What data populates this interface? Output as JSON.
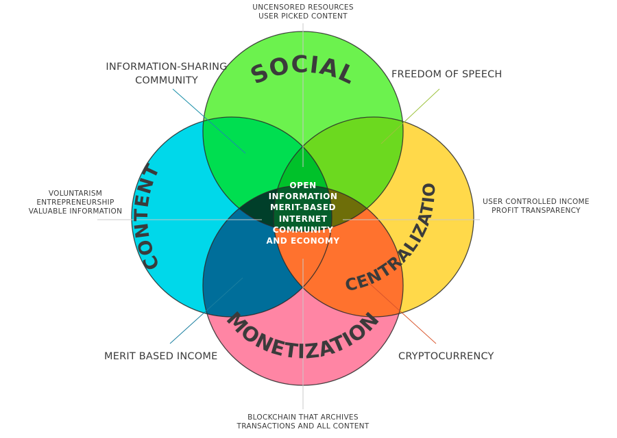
{
  "diagram": {
    "circles": [
      {
        "id": "social",
        "label": "SOCIAL",
        "color": "#6cf24e"
      },
      {
        "id": "content",
        "label": "CONTENT",
        "color": "#00d8ea"
      },
      {
        "id": "decentralization",
        "label": "DECENTRALIZATION",
        "color": "#ffd94a"
      },
      {
        "id": "monetization",
        "label": "MONETIZATION",
        "color": "#ff85a4"
      }
    ],
    "center": {
      "lines": [
        "OPEN",
        "INFORMATION",
        "MERIT-BASED",
        "INTERNET",
        "COMMUNITY",
        "AND ECONOMY"
      ],
      "color": "#055e2b"
    },
    "overlap_colors": {
      "social_content": "#00de50",
      "social_decentralization": "#6cd91f",
      "content_monetization": "#006e9a",
      "decentralization_monetization": "#ff722e",
      "triple_top": "#00c12a",
      "triple_left": "#003f2a",
      "triple_right": "#6e6e09"
    },
    "annotations": {
      "top": [
        "UNCENSORED RESOURCES",
        "USER PICKED CONTENT"
      ],
      "top_left": [
        "INFORMATION-SHARING",
        "COMMUNITY"
      ],
      "top_right": [
        "FREEDOM OF SPEECH"
      ],
      "left": [
        "VOLUNTARISM",
        "ENTREPRENEURSHIP",
        "VALUABLE INFORMATION"
      ],
      "right": [
        "USER CONTROLLED INCOME",
        "PROFIT TRANSPARENCY"
      ],
      "bottom_left": [
        "MERIT BASED INCOME"
      ],
      "bottom_right": [
        "CRYPTOCURRENCY"
      ],
      "bottom": [
        "BLOCKCHAIN THAT ARCHIVES",
        "TRANSACTIONS AND ALL CONTENT"
      ]
    },
    "leader_colors": {
      "top_left": "#1a8fa8",
      "top_right": "#9cc23c",
      "bottom_left": "#1a7fa0",
      "bottom_right": "#d9542b",
      "axis": "#c8c8c8"
    }
  }
}
